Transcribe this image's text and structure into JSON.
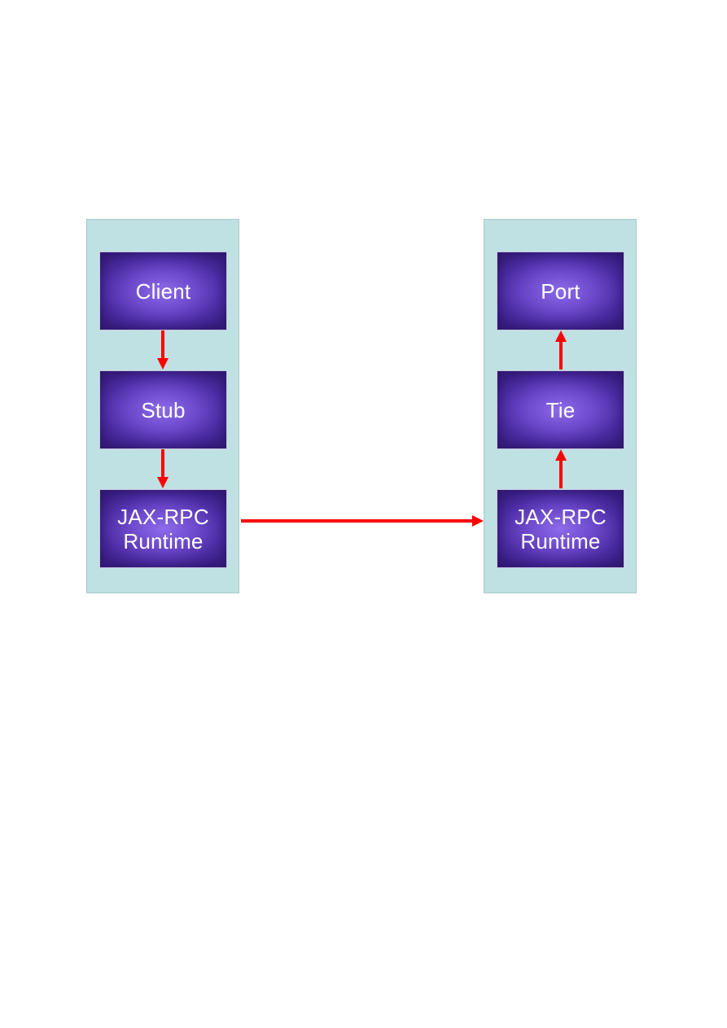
{
  "client_side": {
    "nodes": [
      {
        "label": "Client"
      },
      {
        "label": "Stub"
      },
      {
        "label": "JAX-RPC\nRuntime"
      }
    ]
  },
  "server_side": {
    "nodes": [
      {
        "label": "Port"
      },
      {
        "label": "Tie"
      },
      {
        "label": "JAX-RPC\nRuntime"
      }
    ]
  },
  "colors": {
    "panel_fill": "#bfe1e3",
    "node_fill": "#5b3bb8",
    "node_text": "#ffffff",
    "arrow": "#ff0000"
  }
}
